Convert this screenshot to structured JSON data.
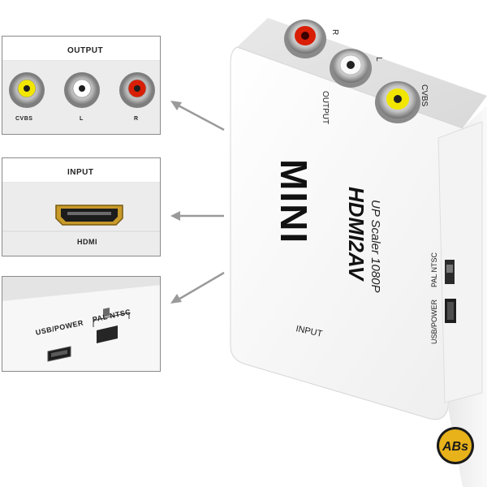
{
  "panels": {
    "output": {
      "title": "OUTPUT",
      "jacks": [
        {
          "label": "CVBS",
          "color": "#f2e600"
        },
        {
          "label": "L",
          "color": "#ffffff"
        },
        {
          "label": "R",
          "color": "#d81e05"
        }
      ]
    },
    "input": {
      "title": "INPUT",
      "port_label": "HDMI"
    },
    "side": {
      "usb_label": "USB/POWER",
      "switch_label": "PAL NTSC"
    }
  },
  "device": {
    "brand": "MINI",
    "model": "HDMI2AV",
    "subtitle": "UP Scaler 1080P",
    "output_label": "OUTPUT",
    "input_label": "INPUT",
    "jack_labels": [
      "R",
      "L",
      "CVBS"
    ],
    "side_usb_label": "USB/POWER",
    "side_switch_label": "PAL NTSC"
  },
  "logo": {
    "text": "ABs"
  },
  "colors": {
    "yellow": "#f2e600",
    "red": "#d81e05",
    "white": "#ffffff",
    "gold": "#e7b21a"
  }
}
